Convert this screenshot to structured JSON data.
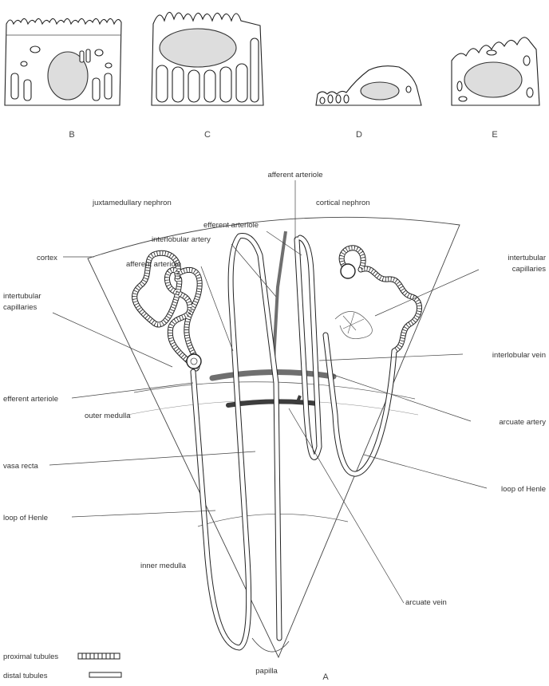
{
  "panels": {
    "b": "B",
    "c": "C",
    "d": "D",
    "e": "E",
    "main": "A"
  },
  "labels": {
    "afferent_arteriole_top": "afferent arteriole",
    "juxtamedullary_nephron": "juxtamedullary nephron",
    "cortical_nephron": "cortical nephron",
    "efferent_arteriole_top": "efferent arteriole",
    "interlobular_artery": "interlobular artery",
    "cortex": "cortex",
    "afferent_arteriole_left": "afferent arteriole",
    "intertubular_capillaries_right_1": "intertubular",
    "intertubular_capillaries_right_2": "capillaries",
    "intertubular_capillaries_left_1": "intertubular",
    "intertubular_capillaries_left_2": "capillaries",
    "interlobular_vein": "interlobular vein",
    "efferent_arteriole_left": "efferent arteriole",
    "outer_medulla": "outer medulla",
    "arcuate_artery": "arcuate artery",
    "vasa_recta": "vasa recta",
    "loop_of_henle_right": "loop of Henle",
    "loop_of_henle_left": "loop of Henle",
    "inner_medulla": "inner medulla",
    "arcuate_vein": "arcuate vein",
    "papilla": "papilla"
  },
  "legend": {
    "proximal": "proximal tubules",
    "distal": "distal tubules"
  },
  "colors": {
    "ink": "#222222",
    "arcuate_artery": "#6f6f6f",
    "arcuate_vein": "#3d3d3d",
    "nucleus": "#dddddd"
  }
}
